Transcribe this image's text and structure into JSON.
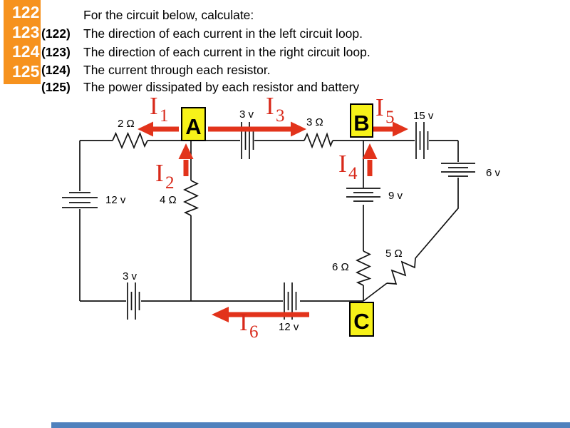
{
  "sidebar": {
    "accent_color": "#f6921e",
    "numbers": [
      "122",
      "123",
      "124",
      "125"
    ]
  },
  "header": {
    "title": "For the circuit below, calculate:",
    "questions": [
      {
        "num": "(122)",
        "text": "The direction of each current in the left circuit loop."
      },
      {
        "num": "(123)",
        "text": "The direction of each current in the right circuit loop."
      },
      {
        "num": "(124)",
        "text": "The current through each resistor."
      },
      {
        "num": "(125)",
        "text": "The power dissipated by each resistor and battery"
      }
    ]
  },
  "circuit": {
    "wire_color": "#111111",
    "arrow_color": "#e2331b",
    "node_fill_color": "#f7f219",
    "nodes": {
      "a": "A",
      "b": "B",
      "c": "C"
    },
    "resistors": {
      "r2": "2 Ω",
      "r3": "3 Ω",
      "r4": "4 Ω",
      "r5": "5 Ω",
      "r6": "6 Ω"
    },
    "batteries": {
      "left_12v": "12 v",
      "top_3v": "3 v",
      "top_15v": "15 v",
      "right_6v": "6 v",
      "mid_9v": "9 v",
      "bottom_3v": "3 v",
      "bottom_12v": "12 v"
    },
    "currents": {
      "i1": {
        "base": "I",
        "sub": "1"
      },
      "i2": {
        "base": "I",
        "sub": "2"
      },
      "i3": {
        "base": "I",
        "sub": "3"
      },
      "i4": {
        "base": "I",
        "sub": "4"
      },
      "i5": {
        "base": "I",
        "sub": "5"
      },
      "i6": {
        "base": "I",
        "sub": "6"
      }
    }
  },
  "footer": {
    "bar_color": "#4f81bd"
  }
}
